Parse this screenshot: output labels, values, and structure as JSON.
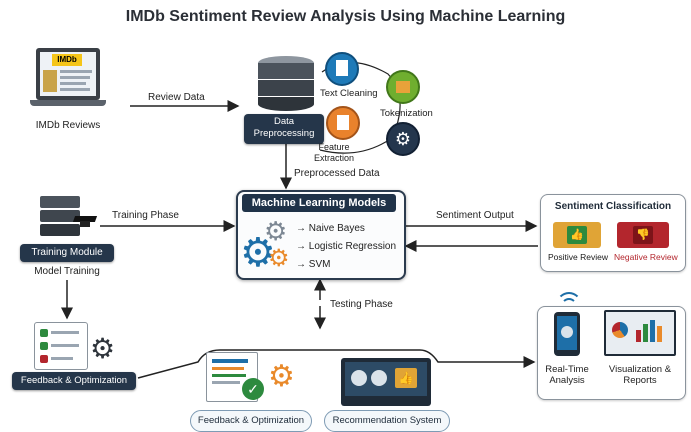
{
  "title": "IMDb Sentiment Review Analysis Using Machine Learning",
  "imdb": {
    "logo": "IMDb",
    "label": "IMDb Reviews"
  },
  "arrows": {
    "review_data": "Review Data",
    "preprocessed_data": "Preprocessed Data",
    "training_phase": "Training Phase",
    "sentiment_output": "Sentiment Output",
    "testing_phase": "Testing Phase"
  },
  "preprocessing": {
    "label": "Data Preprocessing",
    "steps": [
      "Text Cleaning",
      "Tokenization",
      "Feature Extraction"
    ]
  },
  "ml": {
    "title": "Machine Learning Models",
    "models": [
      "Naive Bayes",
      "Logistic Regression",
      "SVM"
    ]
  },
  "sentiment": {
    "title": "Sentiment Classification",
    "positive": "Positive Review",
    "negative": "Negative Review"
  },
  "training": {
    "label": "Training Module",
    "sublabel": "Model Training"
  },
  "feedback_left": {
    "label": "Feedback & Optimization"
  },
  "bottom": {
    "feedback": "Feedback & Optimization",
    "recommendation": "Recommendation System"
  },
  "realtime": {
    "analysis": "Real-Time Analysis",
    "visualization": "Visualization & Reports"
  },
  "colors": {
    "navy": "#25364a",
    "positive": "#2d8a3e",
    "negative": "#b3262d",
    "accent": "#e98a2b"
  }
}
